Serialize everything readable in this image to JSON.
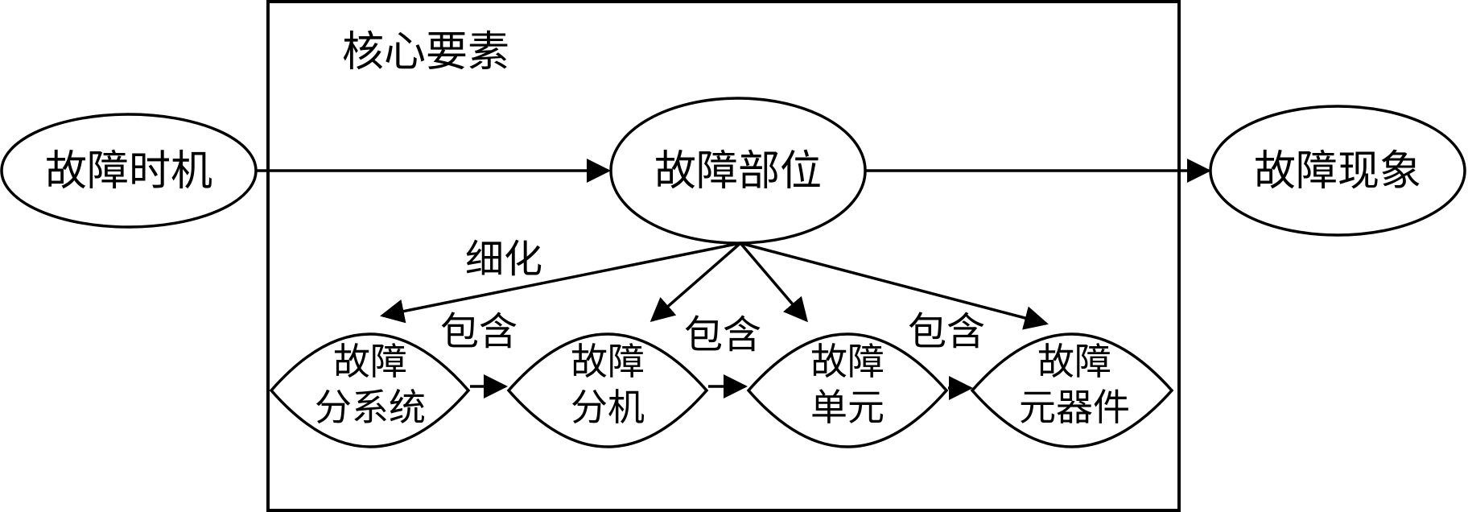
{
  "title": "核心要素",
  "nodes": {
    "fault_timing": "故障时机",
    "fault_location": "故障部位",
    "fault_phenomenon": "故障现象",
    "subsystem": {
      "line1": "故障",
      "line2": "分系统"
    },
    "machine": {
      "line1": "故障",
      "line2": "分机"
    },
    "unit": {
      "line1": "故障",
      "line2": "单元"
    },
    "component": {
      "line1": "故障",
      "line2": "元器件"
    }
  },
  "edge_labels": {
    "refine": "细化",
    "contains_1": "包含",
    "contains_2": "包含",
    "contains_3": "包含"
  }
}
